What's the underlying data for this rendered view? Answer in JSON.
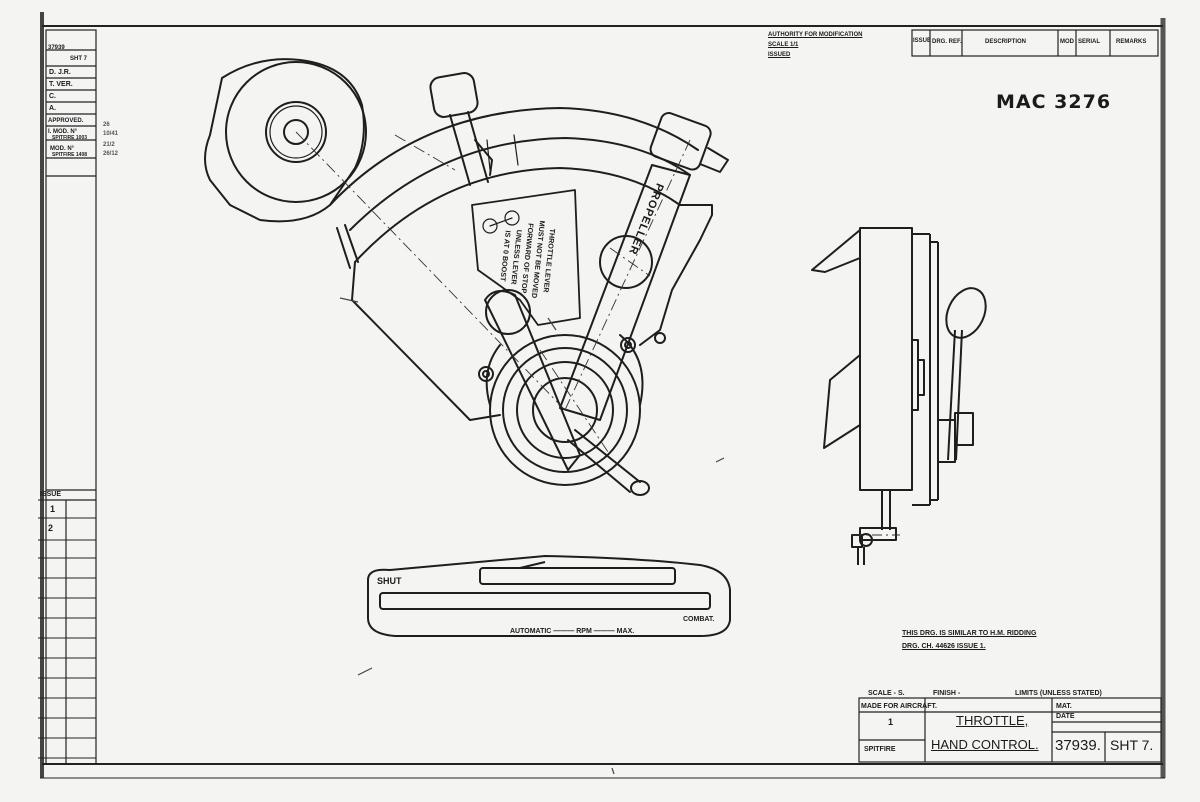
{
  "drawing": {
    "handwritten_ref": "MAC 3276",
    "title_line1": "THROTTLE,",
    "title_line2": "HAND CONTROL.",
    "drawing_number": "37939.",
    "sheet": "SHT 7.",
    "aircraft": "SPITFIRE",
    "scale": "SCALE - S.",
    "finish": "FINISH -",
    "limits": "LIMITS (UNLESS STATED)",
    "made_for": "MADE FOR AIRCRAFT.",
    "qty": "1",
    "mat": "MAT.",
    "date_label": "DATE",
    "similar_note_1": "THIS DRG. IS SIMILAR TO H.M. RIDDING",
    "similar_note_2": "DRG. CH. 44626 ISSUE 1."
  },
  "labels": {
    "propeller": "PROPELLER",
    "plate_text": [
      "THROTTLE LEVER",
      "MUST NOT BE MOVED",
      "FORWARD OF STOP",
      "UNLESS LEVER",
      "IS AT 0 BOOST"
    ],
    "shut": "SHUT",
    "combat": "COMBAT.",
    "rpm_scale": "AUTOMATIC ——— RPM ——— MAX."
  },
  "left_strip": {
    "top_entries": [
      "37939",
      "SHT 7",
      "D. J.R.",
      "T. VER.",
      "C.",
      "A."
    ],
    "mod_entries": [
      "APPROVED.",
      "I. MOD. N°",
      "SPITFIRE 1003",
      "MOD. N°",
      "SPITFIRE 1408"
    ],
    "pencil_note": [
      "26",
      "10/41",
      "21/2",
      "26/12"
    ],
    "issue_label": "ISSUE",
    "issue_rows": [
      "1",
      "2"
    ]
  },
  "title_header": {
    "cells": [
      "ISSUE",
      "DRG. REF.",
      "DESCRIPTION",
      "MOD",
      "SERIAL",
      "REMARKS"
    ],
    "notes": [
      "AUTHORITY FOR MODIFICATION",
      "SCALE 1/1",
      "ISSUED"
    ]
  }
}
